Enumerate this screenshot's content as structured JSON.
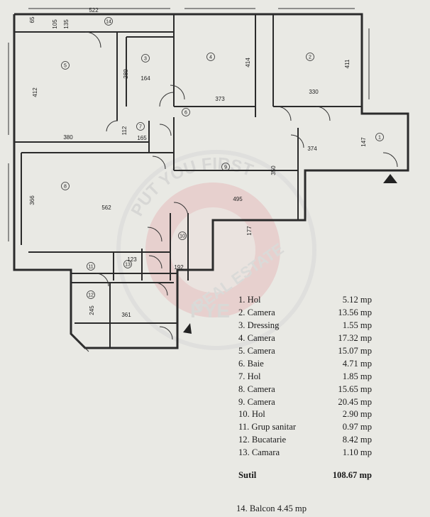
{
  "plan": {
    "top_dimension": "522",
    "dimensions": {
      "d65": "65",
      "d105": "105",
      "d135": "135",
      "d412": "412",
      "d380": "380",
      "d289": "289",
      "d164": "164",
      "d414": "414",
      "d373": "373",
      "d411": "411",
      "d330": "330",
      "d112": "112",
      "d165": "165",
      "d374": "374",
      "d147": "147",
      "d350": "350",
      "d366": "366",
      "d562": "562",
      "d495": "495",
      "d192": "192",
      "d245": "245",
      "d361": "361",
      "d177": "177",
      "d123": "123"
    },
    "room_numbers": [
      "1",
      "2",
      "3",
      "4",
      "5",
      "6",
      "7",
      "8",
      "9",
      "10",
      "11",
      "12",
      "13",
      "14"
    ]
  },
  "watermark": {
    "arc_text": "PUT YOU FIRST",
    "brand": "PYE",
    "tagline": "REAL ESTATE"
  },
  "legend": {
    "rooms": [
      {
        "name": "1.  Hol",
        "area": "5.12 mp"
      },
      {
        "name": "2.  Camera",
        "area": "13.56 mp"
      },
      {
        "name": "3.  Dressing",
        "area": "1.55 mp"
      },
      {
        "name": "4.  Camera",
        "area": "17.32 mp"
      },
      {
        "name": "5.  Camera",
        "area": "15.07 mp"
      },
      {
        "name": "6.  Baie",
        "area": "4.71 mp"
      },
      {
        "name": "7.  Hol",
        "area": "1.85 mp"
      },
      {
        "name": "8.  Camera",
        "area": "15.65 mp"
      },
      {
        "name": "9.  Camera",
        "area": "20.45 mp"
      },
      {
        "name": "10. Hol",
        "area": "2.90 mp"
      },
      {
        "name": "11. Grup sanitar",
        "area": "0.97 mp"
      },
      {
        "name": "12. Bucatarie",
        "area": "8.42 mp"
      },
      {
        "name": "13. Camara",
        "area": "1.10 mp"
      }
    ],
    "total_label": "Sutil",
    "total_value": "108.67 mp",
    "balcony": "14. Balcon 4.45 mp"
  }
}
